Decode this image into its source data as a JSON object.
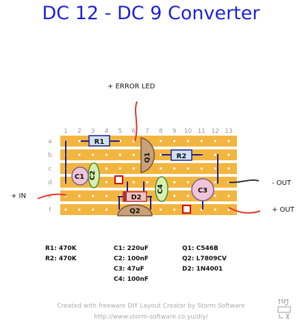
{
  "title": "DC 12 - DC 9 Converter",
  "board": {
    "columns": [
      "1",
      "2",
      "3",
      "4",
      "5",
      "6",
      "7",
      "8",
      "9",
      "10",
      "11",
      "12",
      "13"
    ],
    "rows": [
      "a",
      "b",
      "c",
      "d",
      "e",
      "f"
    ],
    "strip_color": "#f2b640",
    "hole_color": "#ffffff"
  },
  "labels": {
    "error_led": "+ ERROR LED",
    "in": "+ IN",
    "out_neg": "- OUT",
    "out_pos": "+ OUT"
  },
  "components": {
    "r1": "R1",
    "r2": "R2",
    "c1": "C1",
    "c2": "C2",
    "c3": "C3",
    "c4": "C4",
    "q1": "Q1",
    "q2": "Q2",
    "d2": "D2"
  },
  "parts_list": {
    "col1": [
      "R1: 470K",
      "R2: 470K"
    ],
    "col2": [
      "C1: 220uF",
      "C2: 100nF",
      "C3: 47uF",
      "C4: 100nF"
    ],
    "col3": [
      "Q1: C546B",
      "Q2: L7809CV",
      "D2: 1N4001"
    ]
  },
  "footer": {
    "line1": "Created with freeware DIY Layout Creator by Storm Software",
    "line2": "http://www.storm-software.co.yu/diy/"
  },
  "colors": {
    "title": "#1f1fd6",
    "wire_red": "#e8302a",
    "wire_dark": "#333333",
    "jumper": "#1a1a8c",
    "resistor_fill": "#cfe0f4",
    "transistor_fill": "#c8a07a",
    "cap_ceramic": "#d7f0b0",
    "cap_electrolytic": "#f0c4d8"
  }
}
